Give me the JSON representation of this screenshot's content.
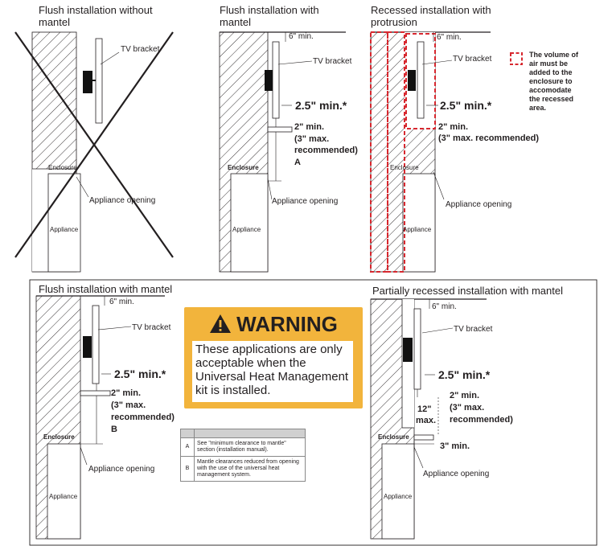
{
  "panels": {
    "p1_title": "Flush installation without mantel",
    "p2_title": "Flush installation with mantel",
    "p3_title": "Recessed installation with protrusion",
    "p4_title": "Flush installation with mantel",
    "p5_title": "Partially recessed installation with mantel"
  },
  "labels": {
    "tv_bracket": "TV bracket",
    "enclosure": "Enclosure",
    "appliance_opening": "Appliance opening",
    "appliance": "Appliance",
    "six_min": "6\" min.",
    "clear_25": "2.5\" min.*",
    "two_min": "2\" min.",
    "three_max": "(3\" max.",
    "recommended": "recommended)",
    "three_max_recommended": "(3\" max. recommended)",
    "A": "A",
    "B": "B",
    "twelve": "12\"",
    "max": "max.",
    "three_min": "3\" min."
  },
  "legend_note": {
    "line1": "The volume of",
    "line2": "air must be",
    "line3": "added to the",
    "line4": "enclosure to",
    "line5": "accomodate",
    "line6": "the recessed",
    "line7": "area.",
    "color": "#d7282f"
  },
  "warning": {
    "title": "WARNING",
    "body": "These applications are only acceptable when the Universal Heat Management kit is installed.",
    "color": "#f2b43c"
  },
  "table": {
    "rows": [
      {
        "key": "A",
        "text": "See \"minimum clearance to mantle\" section (installation manual)."
      },
      {
        "key": "B",
        "text": "Mantle clearances reduced from opening with the use of the universal heat management system."
      }
    ]
  }
}
